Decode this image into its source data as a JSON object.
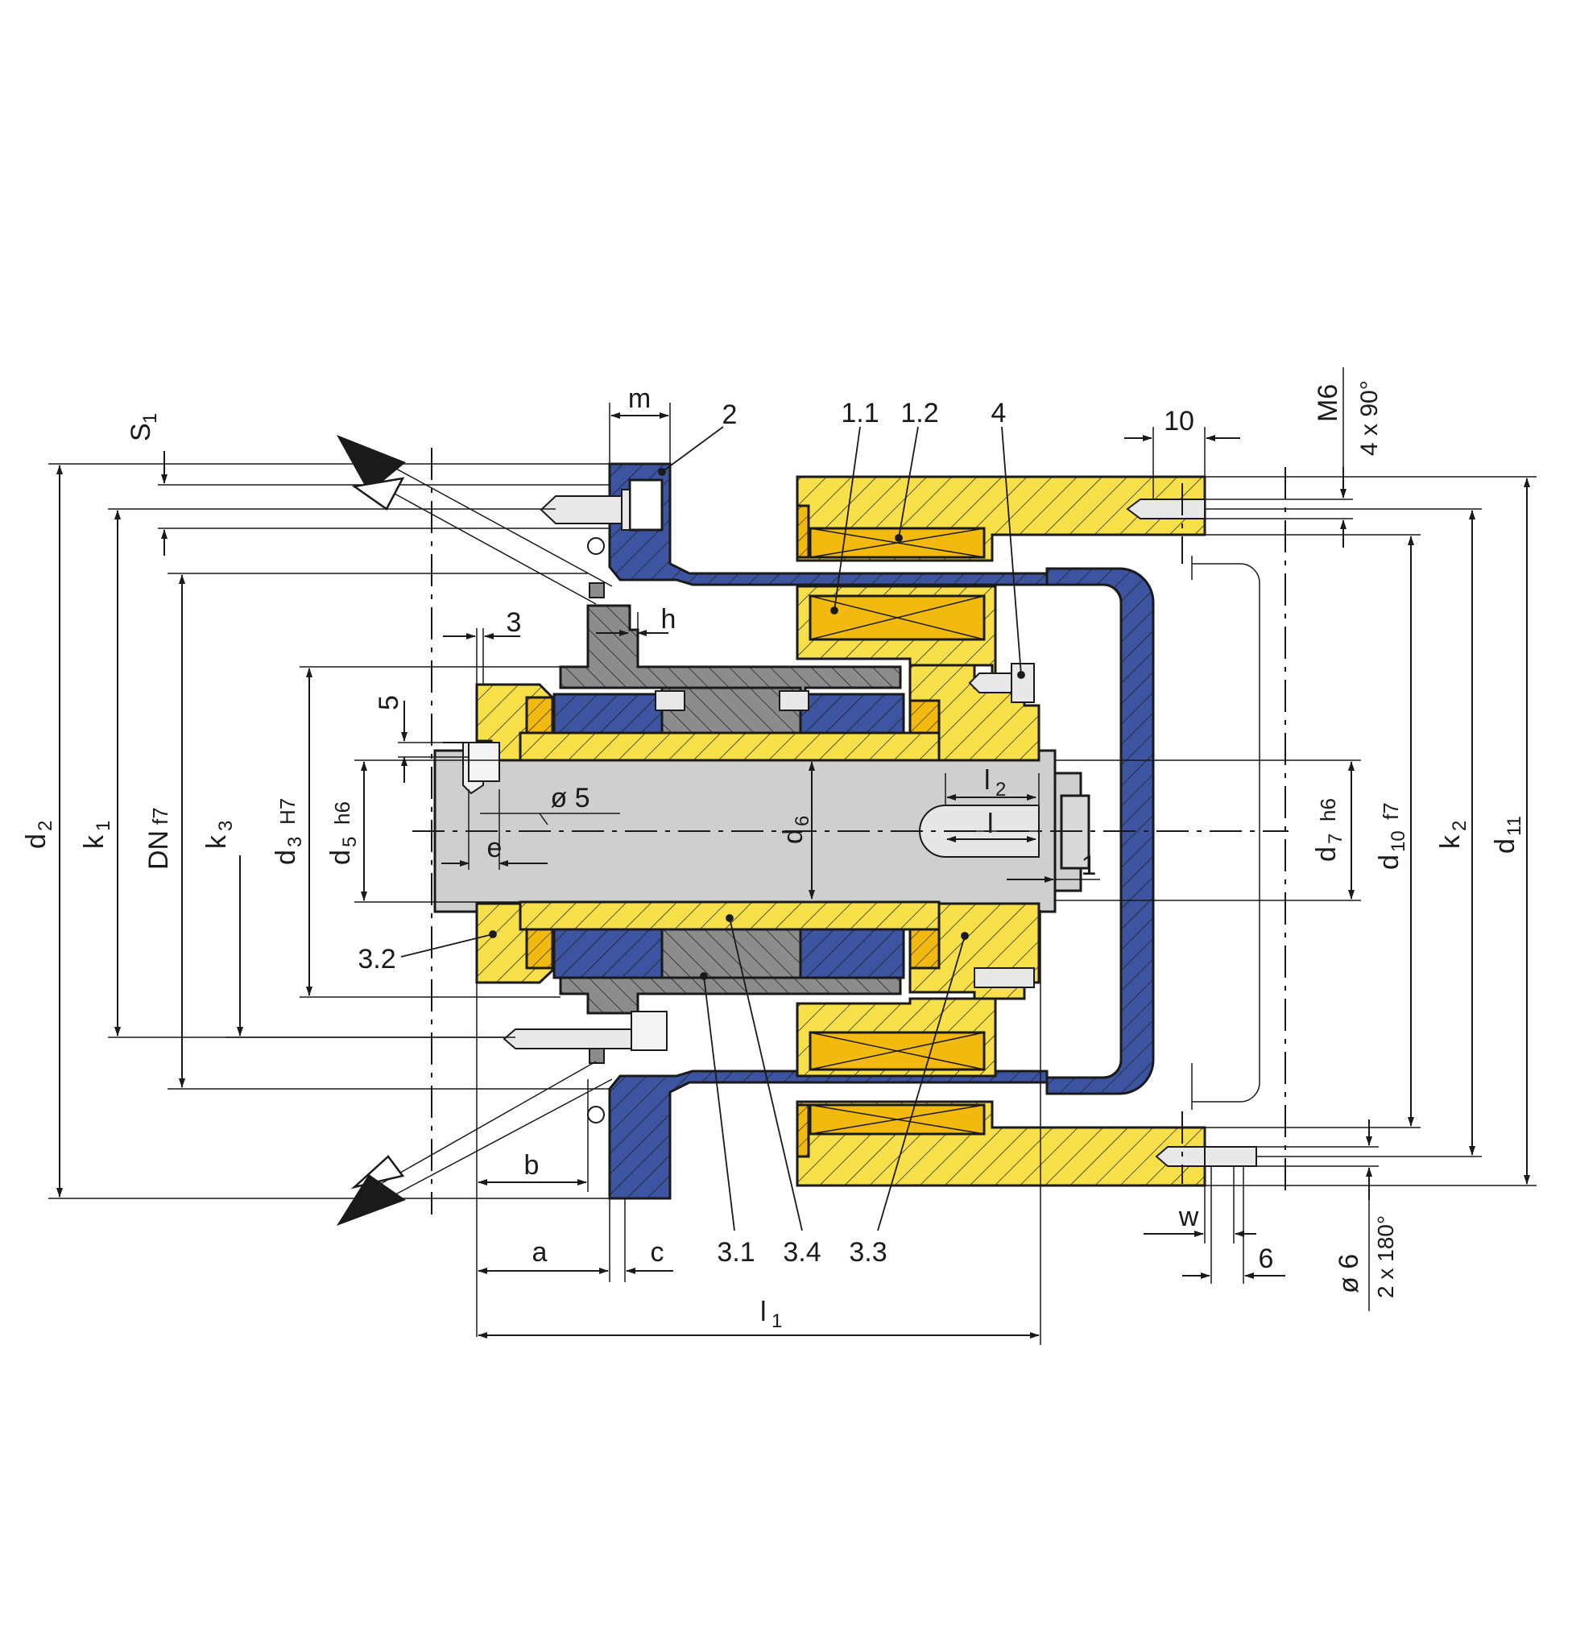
{
  "colors": {
    "yellow": "#f7e04a",
    "yellow_dark": "#f2b90f",
    "blue": "#3d55a0",
    "grey_part": "#8c8c8c",
    "shaft": "#cfcfcf",
    "line": "#1a1a1a"
  },
  "labels": {
    "m": "m",
    "p2": "2",
    "p11": "1.1",
    "p12": "1.2",
    "p4": "4",
    "ten": "10",
    "m6": "M6",
    "m6_count": "4 x 90°",
    "s1": "S",
    "s1_sub": "1",
    "three": "3",
    "h": "h",
    "five": "5",
    "d2": "d",
    "d2_sub": "2",
    "k1": "k",
    "k1_sub": "1",
    "dn": "DN",
    "dn_fit": "f7",
    "k3": "k",
    "k3_sub": "3",
    "d3": "d",
    "d3_sub": "3",
    "d3_fit": "H7",
    "d5": "d",
    "d5_sub": "5",
    "d5_fit": "h6",
    "dia5": "ø 5",
    "e": "e",
    "d6": "d",
    "d6_sub": "6",
    "l2": "l",
    "l2_sub": "2",
    "l": "l",
    "one": "1",
    "d7": "d",
    "d7_sub": "7",
    "d7_fit": "h6",
    "d10": "d",
    "d10_sub": "10",
    "d10_fit": "f7",
    "k2": "k",
    "k2_sub": "2",
    "d11": "d",
    "d11_sub": "11",
    "p32": "3.2",
    "b": "b",
    "a": "a",
    "c": "c",
    "p31": "3.1",
    "p34": "3.4",
    "p33": "3.3",
    "w": "w",
    "six": "6",
    "dia6": "ø 6",
    "dia6_count": "2 x 180°",
    "l1": "l",
    "l1_sub": "1"
  }
}
